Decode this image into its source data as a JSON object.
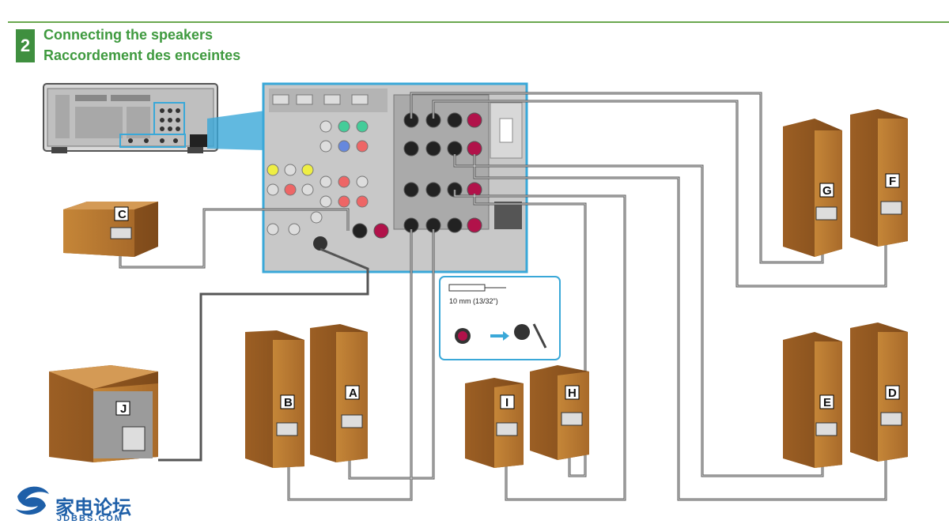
{
  "header": {
    "step_number": "2",
    "title_en": "Connecting the speakers",
    "title_fr": "Raccordement des enceintes"
  },
  "speakers": [
    "A",
    "B",
    "C",
    "D",
    "E",
    "F",
    "G",
    "H",
    "I",
    "J"
  ],
  "inset": {
    "strip_length": "10 mm (13/32\")"
  },
  "watermark": {
    "name": "家电论坛",
    "domain": "JDBBS.COM"
  },
  "colors": {
    "accent_green": "#3f9a3f",
    "highlight_blue": "#3aa8d8",
    "speaker_wood": "#b5752f"
  }
}
